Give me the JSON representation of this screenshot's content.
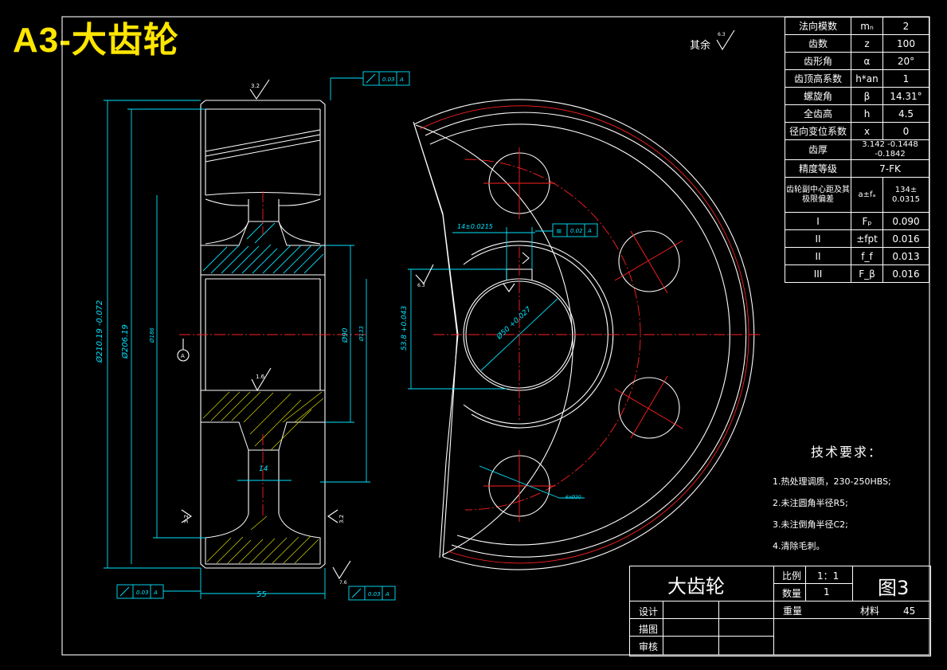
{
  "header": {
    "title": "A3-大齿轮",
    "surface_note": "其余",
    "surface_note_value": "6.3"
  },
  "params": [
    {
      "name": "法向模数",
      "symbol": "mₙ",
      "value": "2"
    },
    {
      "name": "齿数",
      "symbol": "z",
      "value": "100"
    },
    {
      "name": "齿形角",
      "symbol": "α",
      "value": "20°"
    },
    {
      "name": "齿顶高系数",
      "symbol": "h*an",
      "value": "1"
    },
    {
      "name": "螺旋角",
      "symbol": "β",
      "value": "14.31°"
    },
    {
      "name": "全齿高",
      "symbol": "h",
      "value": "4.5"
    },
    {
      "name": "径向变位系数",
      "symbol": "x",
      "value": "0"
    },
    {
      "name": "齿厚",
      "symbol": "",
      "value": "3.142 -0.1448 -0.1842"
    },
    {
      "name": "精度等级",
      "symbol": "",
      "value": "7-FK"
    },
    {
      "name": "齿轮副中心距及其极限偏差",
      "symbol": "a±fₐ",
      "value": "134± 0.0315"
    },
    {
      "name": "I",
      "symbol": "Fₚ",
      "value": "0.090"
    },
    {
      "name": "II",
      "symbol": "±fpt",
      "value": "0.016"
    },
    {
      "name": "II",
      "symbol": "f_f",
      "value": "0.013"
    },
    {
      "name": "III",
      "symbol": "F_β",
      "value": "0.016"
    }
  ],
  "tech": {
    "title": "技术要求：",
    "items": [
      "1.热处理调质，230-250HBS;",
      "2.未注圆角半径R5;",
      "3.未注倒角半径C2;",
      "4.清除毛刺。"
    ]
  },
  "titleblock": {
    "part_name": "大齿轮",
    "scale_label": "比例",
    "scale_value": "1：1",
    "qty_label": "数量",
    "qty_value": "1",
    "drawing_no": "图3",
    "weight_label": "重量",
    "material_label": "材料",
    "material_value": "45",
    "design_label": "设计",
    "draw_label": "描图",
    "review_label": "审核"
  },
  "dims": {
    "d_tip": "Ø210.19 -0.072",
    "d_root": "Ø206.19",
    "d_hole": "Ø186",
    "d_hub": "Ø90",
    "d_web": "Ø133",
    "width": "55",
    "web": "14",
    "ra32": "3.2",
    "ra16": "1.6",
    "tol_runout": "0.03",
    "tol_sym": "0.02",
    "datum": "A",
    "key_width": "14±0.0215",
    "key_depth": "53.8 +0.043",
    "bore": "Ø50 +0.027",
    "holes": "6xØ30",
    "ra63": "6.3"
  }
}
